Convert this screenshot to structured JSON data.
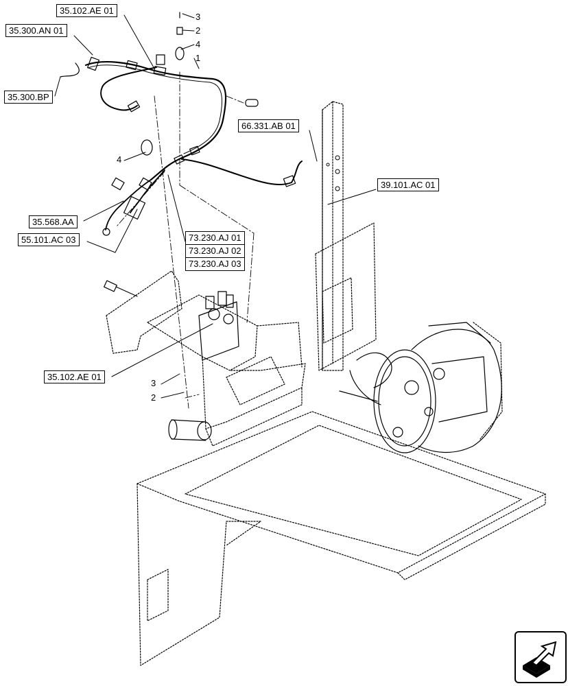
{
  "callouts": {
    "ae_top": "35.102.AE 01",
    "an": "35.300.AN 01",
    "bp": "35.300.BP",
    "ab": "66.331.AB 01",
    "ac39": "39.101.AC 01",
    "aa": "35.568.AA",
    "ac55": "55.101.AC 03",
    "aj": [
      "73.230.AJ 01",
      "73.230.AJ 02",
      "73.230.AJ 03"
    ],
    "ae_bottom": "35.102.AE 01"
  },
  "item_numbers": {
    "top_3": "3",
    "top_2": "2",
    "top_4": "4",
    "top_1": "1",
    "mid_4": "4",
    "low_3": "3",
    "low_2": "2"
  },
  "nav_icon": "arrow-up-right-icon",
  "colors": {
    "line": "#000000",
    "background": "#ffffff"
  }
}
